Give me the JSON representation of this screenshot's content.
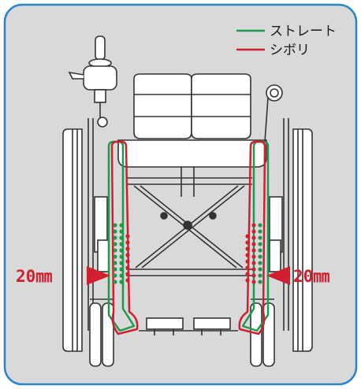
{
  "legend": {
    "items": [
      {
        "label": "ストレート",
        "color": "#1e9a4a"
      },
      {
        "label": "シボリ",
        "color": "#d01f2e"
      }
    ]
  },
  "dimensions": {
    "left_label": "20㎜",
    "right_label": "20㎜"
  },
  "colors": {
    "panel_bg": "#d9d9d9",
    "panel_border": "#2a86c8",
    "line": "#333333",
    "straight": "#1e9a4a",
    "narrow": "#d01f2e"
  },
  "icons": {
    "arrow": "triangle-right-arrow"
  }
}
